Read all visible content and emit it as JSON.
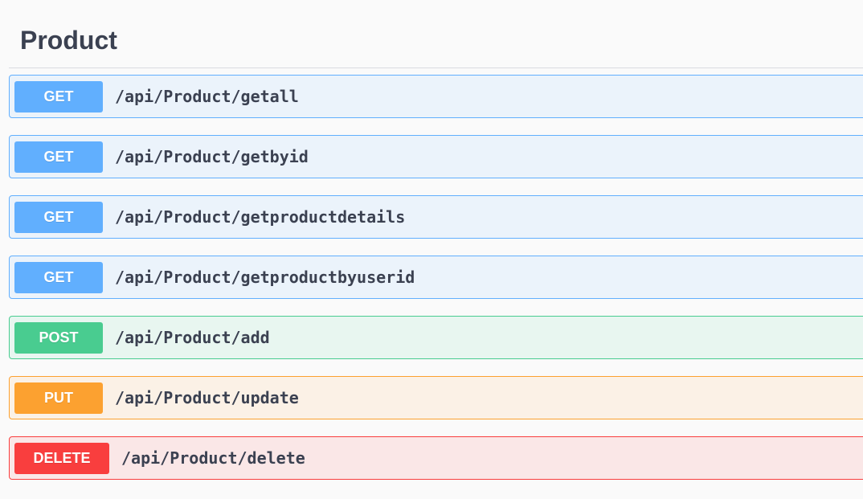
{
  "section": {
    "title": "Product"
  },
  "colors": {
    "get": "#61affe",
    "post": "#49cc90",
    "put": "#fca130",
    "delete": "#f93e3e"
  },
  "operations": [
    {
      "method": "GET",
      "path": "/api/Product/getall"
    },
    {
      "method": "GET",
      "path": "/api/Product/getbyid"
    },
    {
      "method": "GET",
      "path": "/api/Product/getproductdetails"
    },
    {
      "method": "GET",
      "path": "/api/Product/getproductbyuserid"
    },
    {
      "method": "POST",
      "path": "/api/Product/add"
    },
    {
      "method": "PUT",
      "path": "/api/Product/update"
    },
    {
      "method": "DELETE",
      "path": "/api/Product/delete"
    }
  ]
}
